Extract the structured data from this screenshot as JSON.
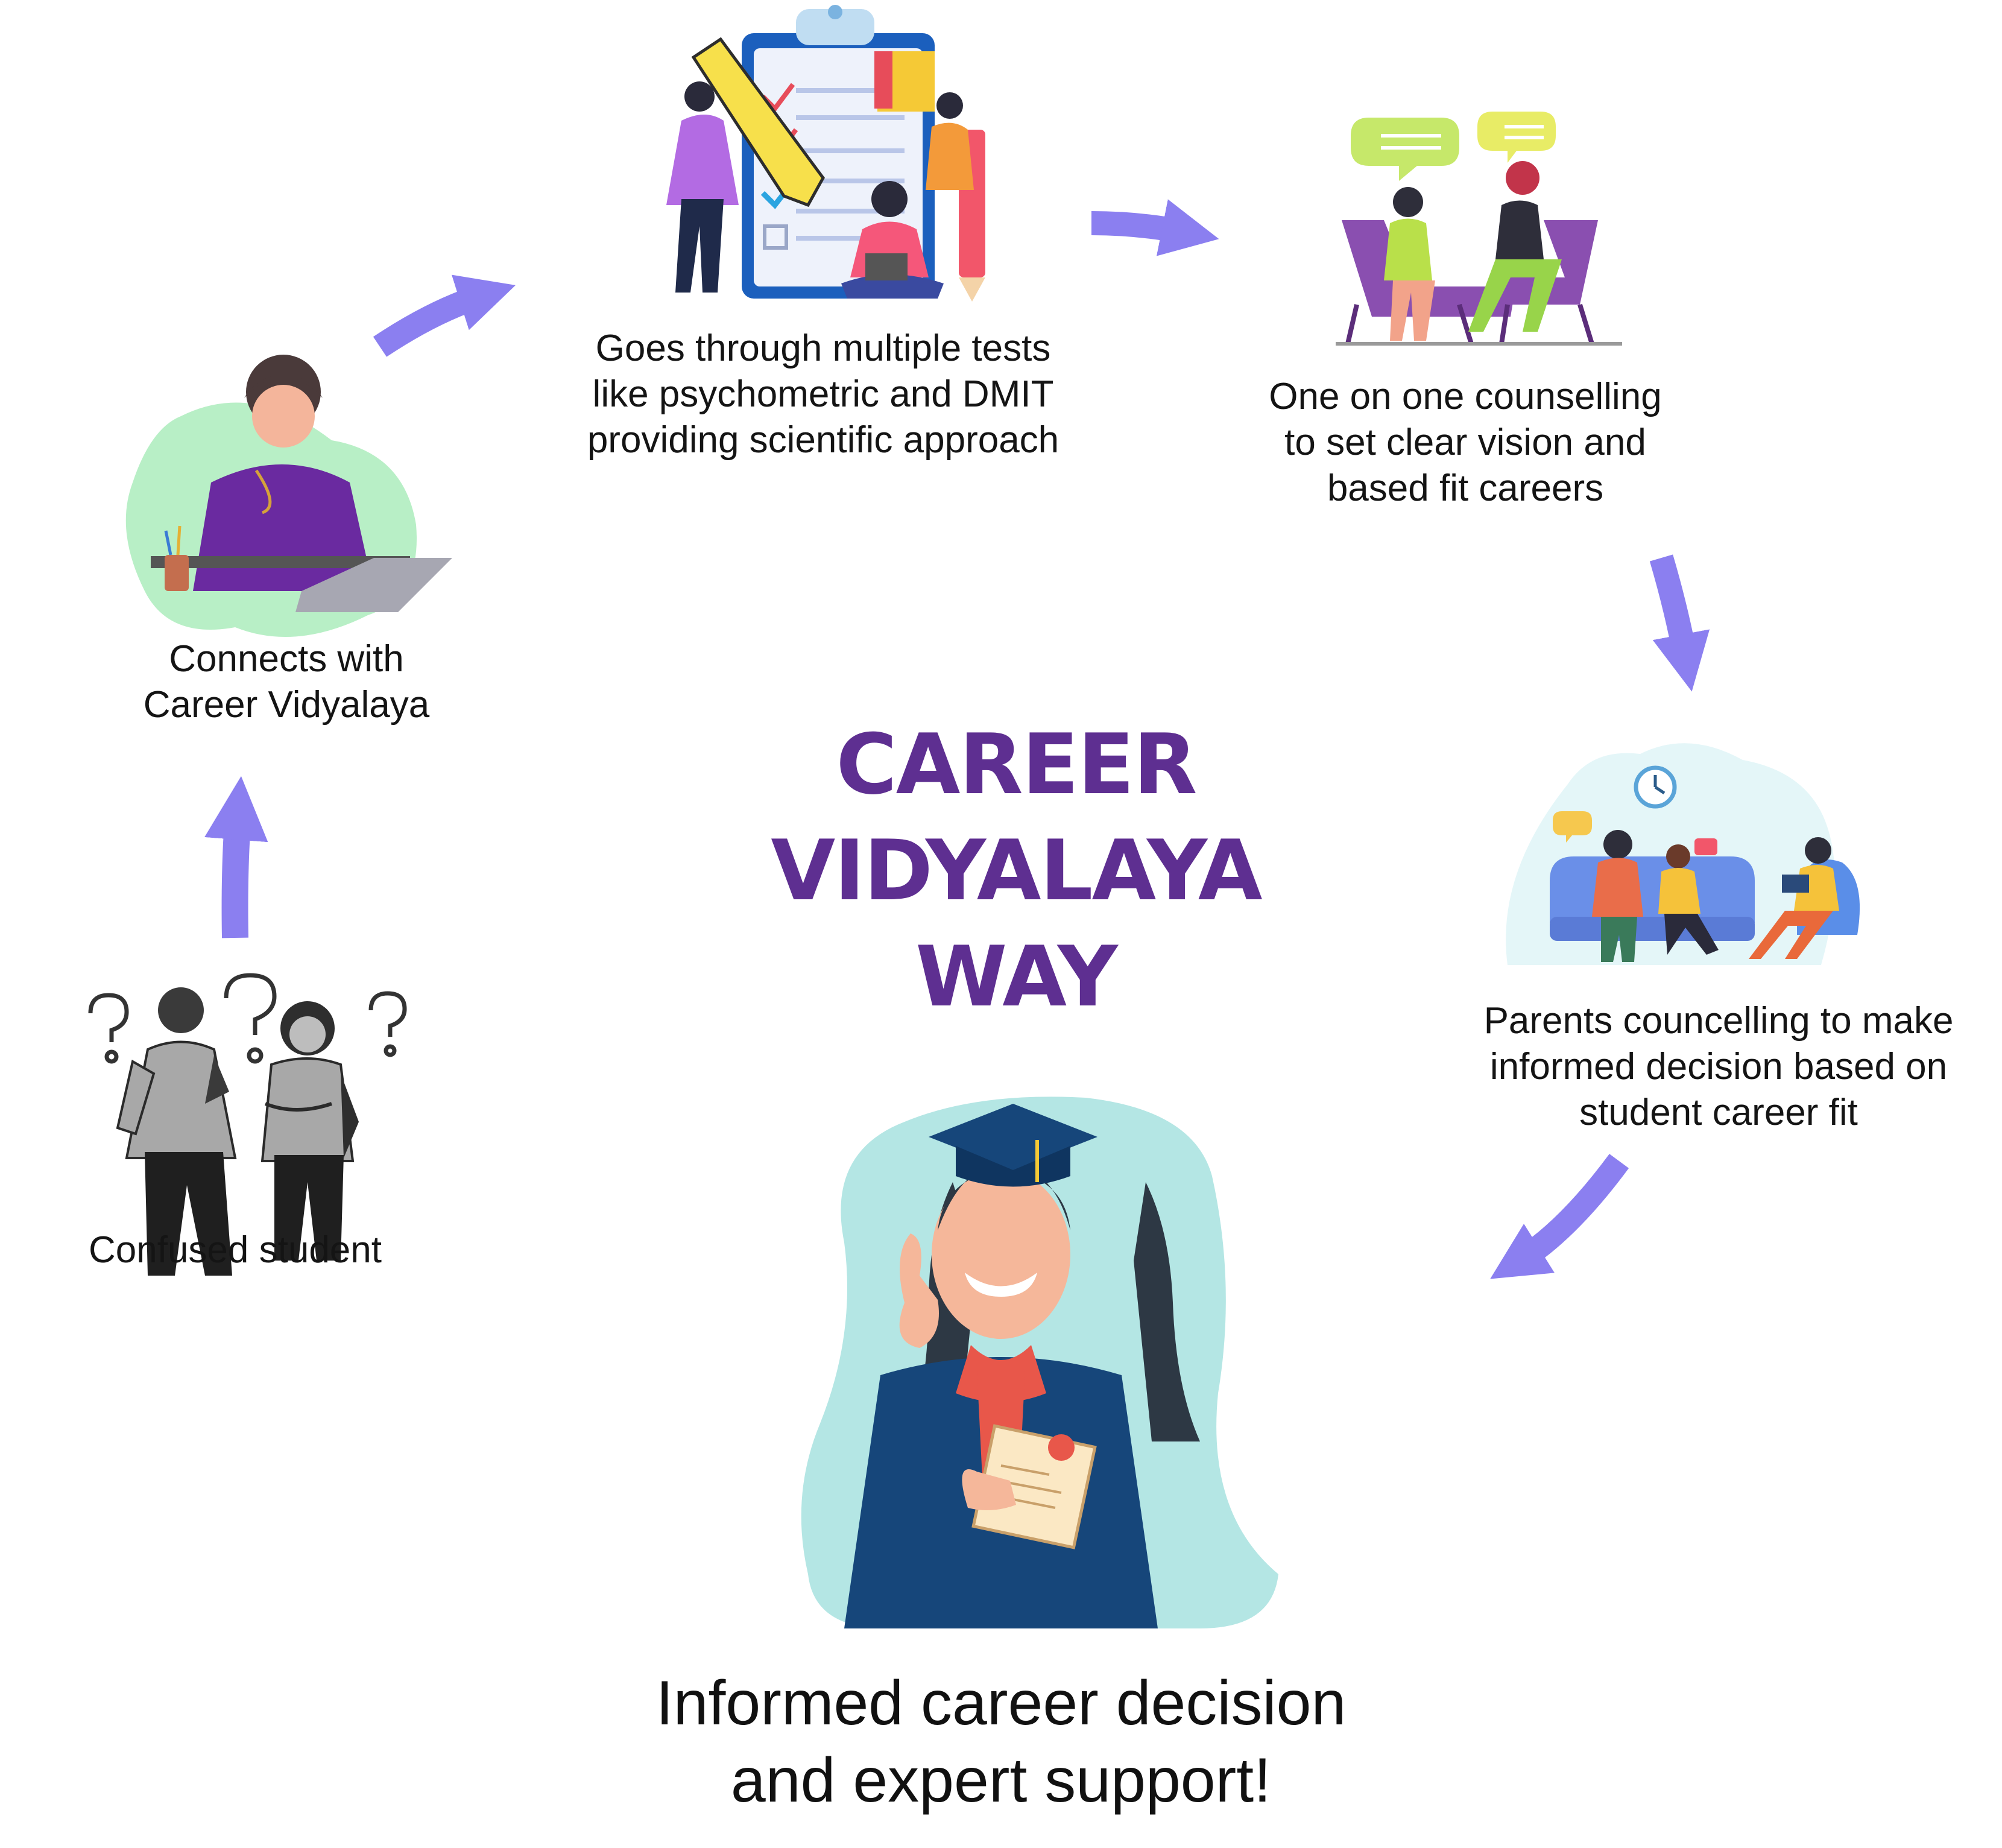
{
  "title_lines": [
    "CAREER",
    "VIDYALAYA",
    "WAY"
  ],
  "steps": [
    {
      "id": "confused",
      "lines": [
        "Confused student"
      ]
    },
    {
      "id": "connects",
      "lines": [
        "Connects with",
        "Career Vidyalaya"
      ]
    },
    {
      "id": "tests",
      "lines": [
        "Goes through multiple tests",
        "like psychometric and DMIT",
        "providing scientific approach"
      ]
    },
    {
      "id": "counselling",
      "lines": [
        "One on one counselling",
        "to set clear vision and",
        "based fit careers"
      ]
    },
    {
      "id": "parents",
      "lines": [
        "Parents councelling to make",
        "informed decision based on",
        "student career fit"
      ]
    }
  ],
  "final_lines": [
    "Informed career decision",
    "and expert support!"
  ],
  "colors": {
    "title": "#5e2f91",
    "arrow": "#8b7ff0",
    "text": "#141414",
    "purple": "#7b3fb0",
    "mint": "#b8efc6",
    "teal_bg": "#b4e6e4",
    "navy": "#16467a",
    "skin": "#f5b79a"
  },
  "icons": [
    "question-mark-icon",
    "arrow-icon",
    "clipboard-icon",
    "pencil-icon",
    "speech-bubble-icon",
    "clock-icon",
    "graduation-cap-icon",
    "diploma-icon",
    "laptop-icon",
    "chair-icon",
    "sofa-icon"
  ]
}
